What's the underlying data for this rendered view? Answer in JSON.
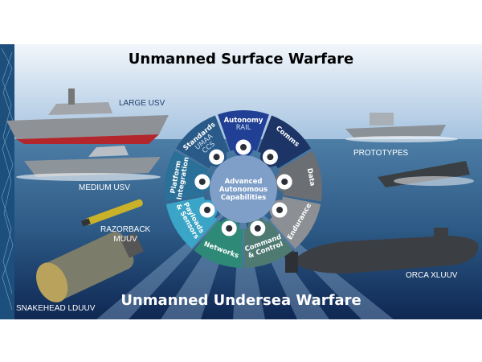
{
  "titles": {
    "surface": "Unmanned Surface Warfare",
    "undersea": "Unmanned Undersea Warfare"
  },
  "vehicles": {
    "large_usv": "LARGE USV",
    "medium_usv": "MEDIUM USV",
    "razorback": "RAZORBACK\nMUUV",
    "snakehead": "SNAKEHEAD LDUUV",
    "prototypes": "PROTOTYPES",
    "orca": "ORCA XLUUV"
  },
  "wheel": {
    "center": "Advanced\nAutonomous\nCapabilities",
    "segments": [
      {
        "label": "Autonomy",
        "sub": "RAIL",
        "color": "#203f95",
        "icon": "robot-icon"
      },
      {
        "label": "Comms",
        "sub": "",
        "color": "#1d3566",
        "icon": "radio-tower-icon"
      },
      {
        "label": "Data",
        "sub": "",
        "color": "#6b6e72",
        "icon": "pie-chart-icon"
      },
      {
        "label": "Endurance",
        "sub": "",
        "color": "#8c8f93",
        "icon": "battery-icon"
      },
      {
        "label": "Command\n& Control",
        "sub": "",
        "color": "#4e7a72",
        "icon": "antenna-icon"
      },
      {
        "label": "Networks",
        "sub": "",
        "color": "#2e8a76",
        "icon": "network-icon"
      },
      {
        "label": "Payloads\n& Sensors",
        "sub": "",
        "color": "#3aa5c6",
        "icon": "sensor-icon"
      },
      {
        "label": "Platform\nIntegration",
        "sub": "",
        "color": "#2a7098",
        "icon": "gear-icon"
      },
      {
        "label": "Standards",
        "sub": "UMAA\nCCS",
        "color": "#295a88",
        "icon": "document-icon"
      }
    ]
  },
  "colors": {
    "sky_top": "#e9f1f9",
    "sky_bottom": "#a9c6e2",
    "sea_top": "#3f6f96",
    "sea_bottom": "#102a55",
    "strip": "#1c4f7c"
  }
}
